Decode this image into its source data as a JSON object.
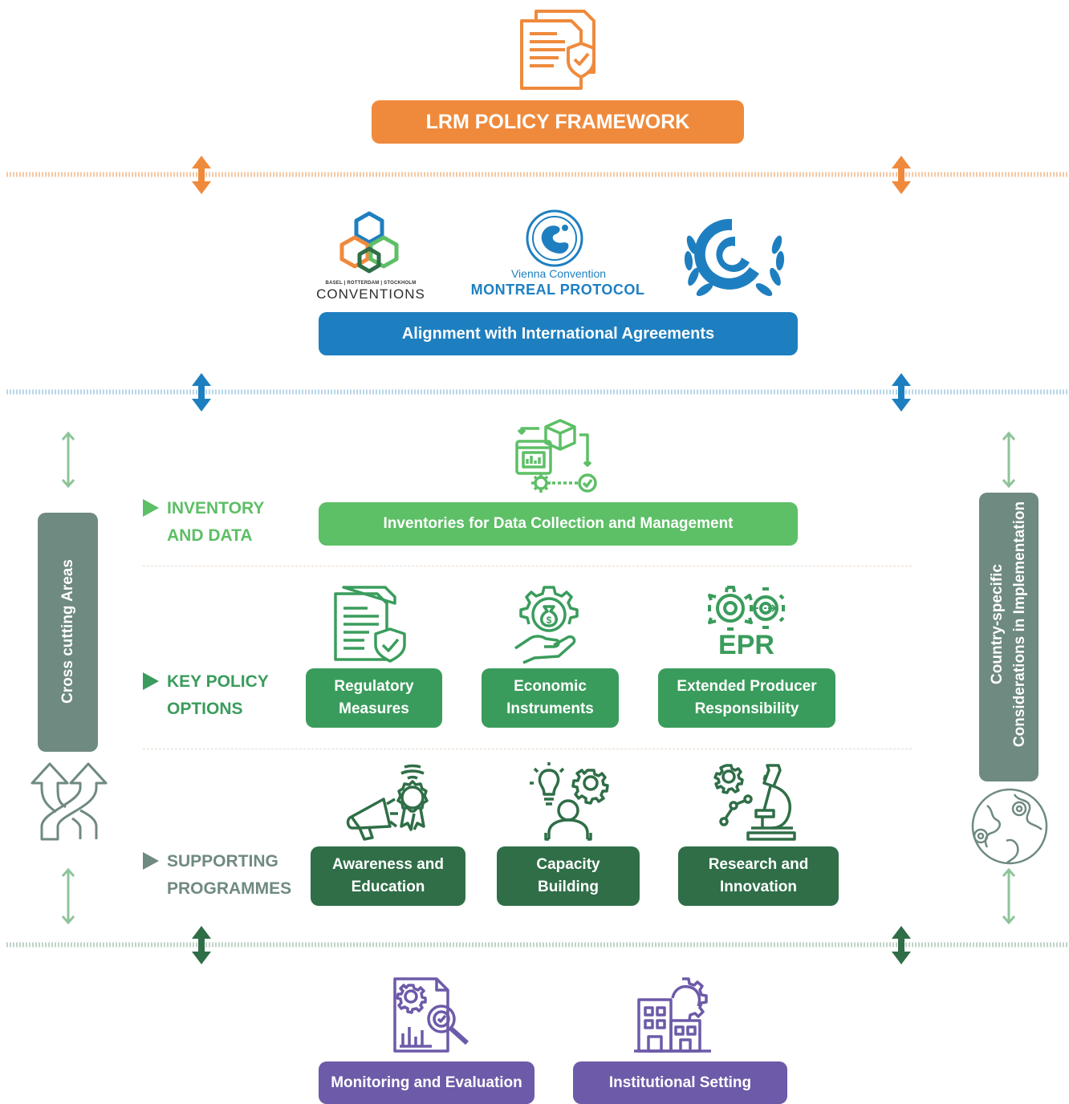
{
  "header": {
    "title": "LRM POLICY FRAMEWORK"
  },
  "agreements": {
    "logo_basel_small": "BASEL | ROTTERDAM | STOCKHOLM",
    "logo_basel_main": "CONVENTIONS",
    "logo_vienna": "Vienna Convention",
    "logo_montreal": "MONTREAL PROTOCOL",
    "box": "Alignment with International Agreements"
  },
  "side": {
    "left_label": "Cross cutting Areas",
    "right_line1": "Country-specific",
    "right_line2": "Considerations in Implementation"
  },
  "inventory": {
    "label_line1": "INVENTORY",
    "label_line2": "AND DATA",
    "box": "Inventories for Data Collection and Management"
  },
  "key_policy": {
    "label_line1": "KEY POLICY",
    "label_line2": "OPTIONS",
    "epr_icon_text": "EPR",
    "items": [
      {
        "line1": "Regulatory",
        "line2": "Measures"
      },
      {
        "line1": "Economic",
        "line2": "Instruments"
      },
      {
        "line1": "Extended Producer",
        "line2": "Responsibility"
      }
    ]
  },
  "supporting": {
    "label_line1": "SUPPORTING",
    "label_line2": "PROGRAMMES",
    "items": [
      {
        "line1": "Awareness and",
        "line2": "Education"
      },
      {
        "line1": "Capacity",
        "line2": "Building"
      },
      {
        "line1": "Research and",
        "line2": "Innovation"
      }
    ]
  },
  "bottom": {
    "items": [
      "Monitoring and Evaluation",
      "Institutional Setting"
    ]
  },
  "colors": {
    "orange": "#ef8a3c",
    "blue": "#1e7fc0",
    "light_green": "#5dbf66",
    "mid_green": "#3a9c5c",
    "dark_green": "#2f6e47",
    "gray_green": "#6f8a80",
    "purple": "#6d5aa8",
    "navy": "#1a4f8f"
  }
}
